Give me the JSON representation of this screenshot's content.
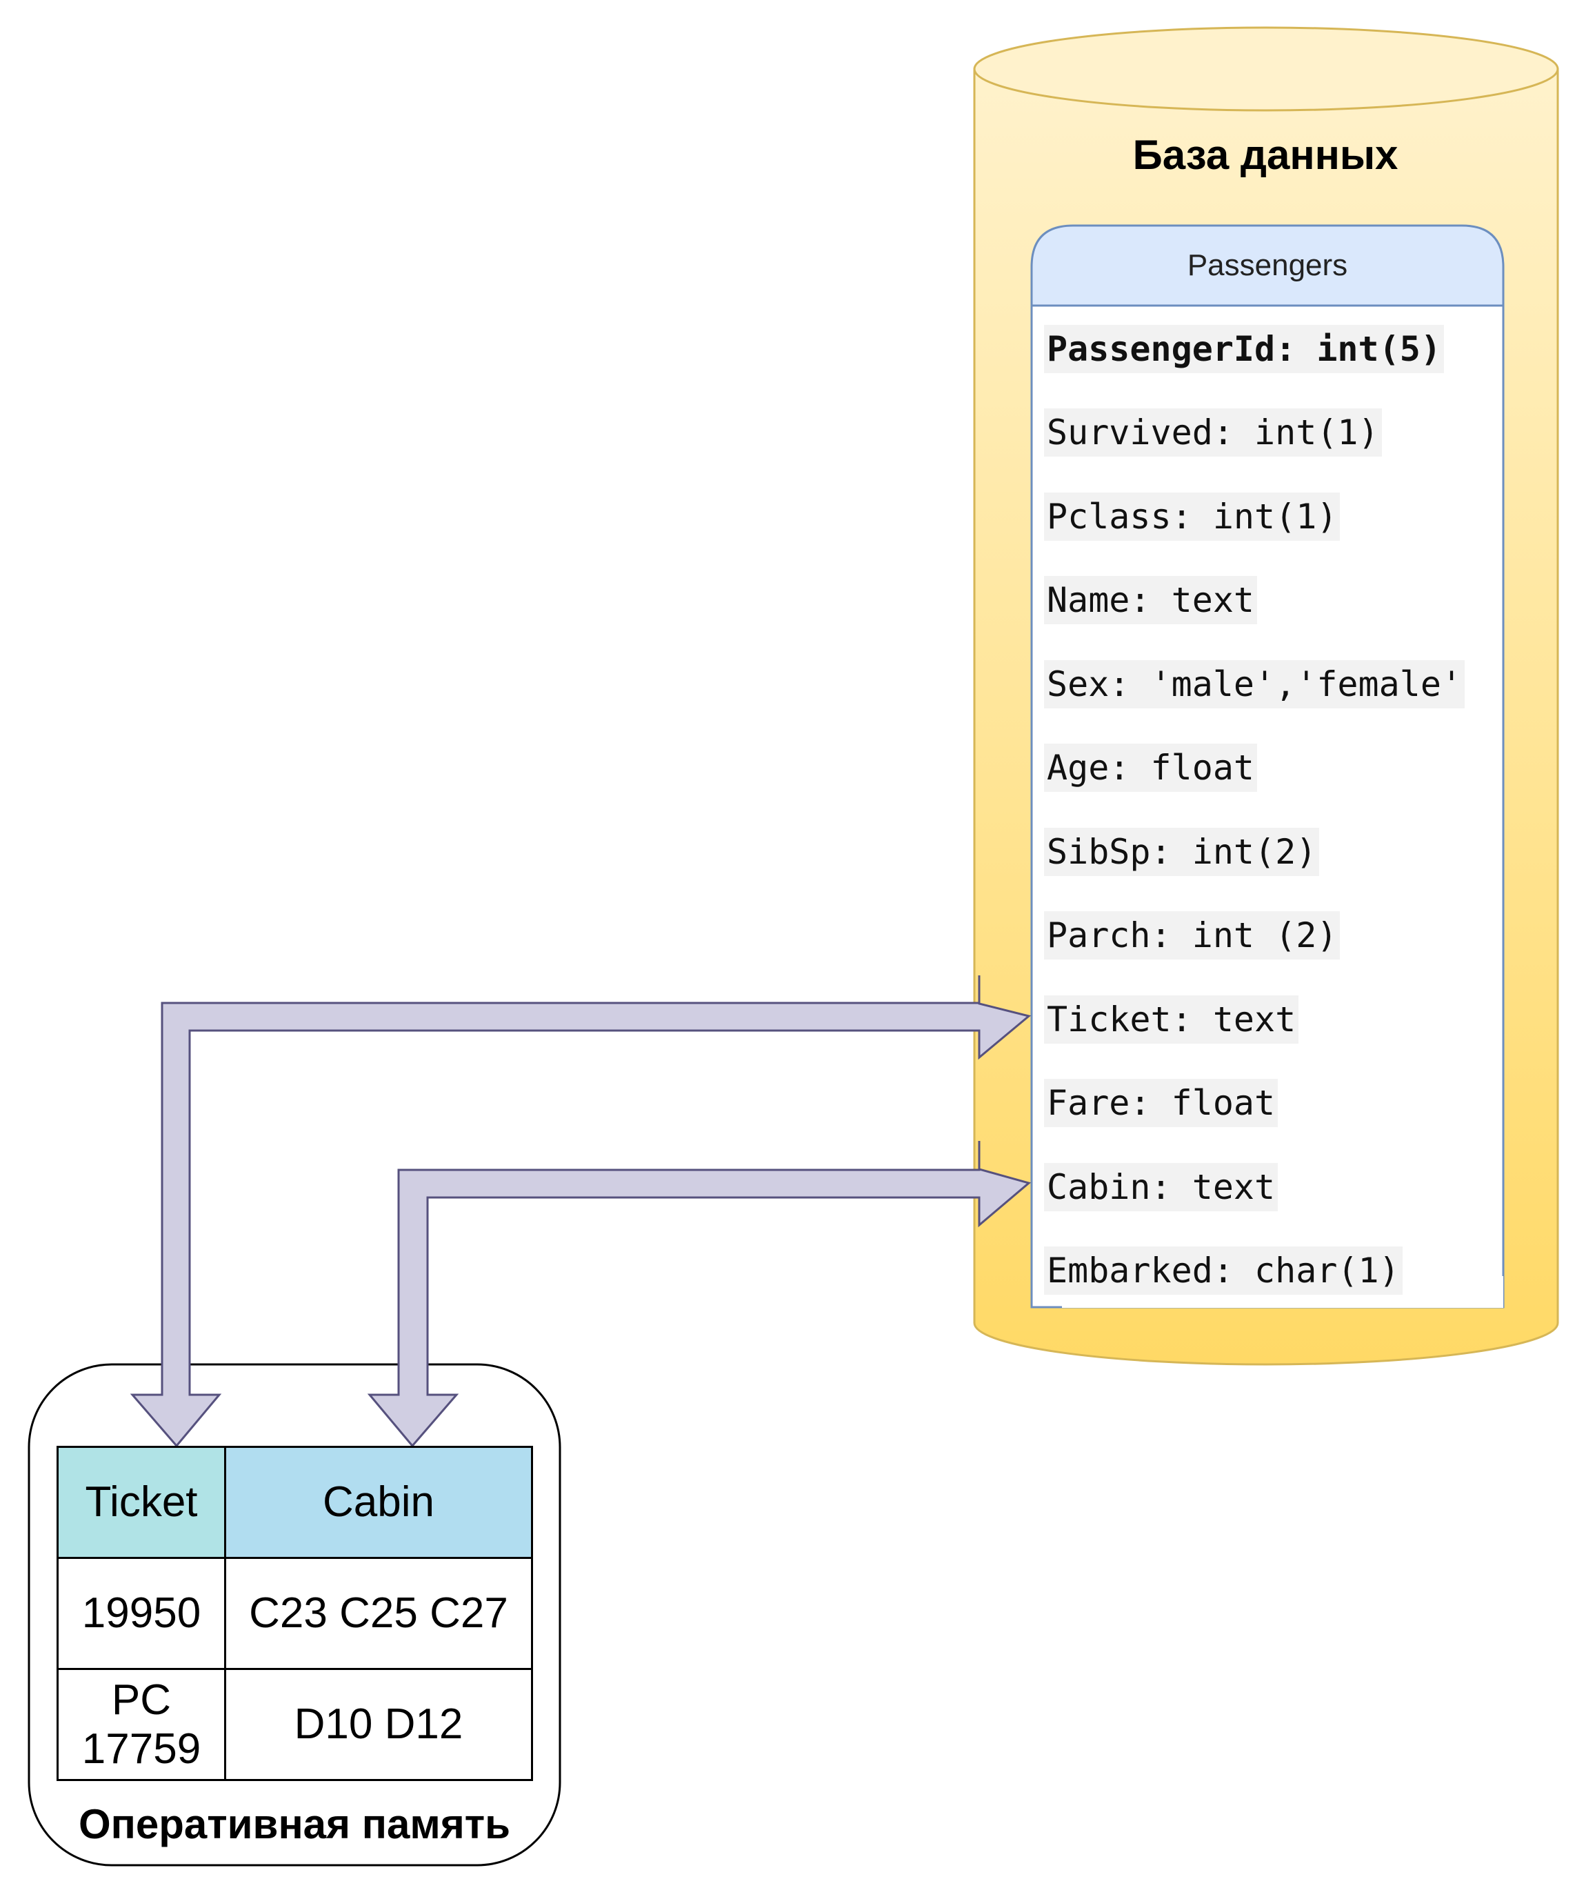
{
  "database": {
    "title": "База данных",
    "entity": {
      "name": "Passengers",
      "fields": [
        "PassengerId: int(5)",
        "Survived: int(1)",
        "Pclass: int(1)",
        "Name: text",
        "Sex: 'male','female'",
        "Age: float",
        "SibSp: int(2)",
        "Parch: int (2)",
        "Ticket: text",
        "Fare: float",
        "Cabin: text",
        "Embarked: char(1)"
      ]
    }
  },
  "memory": {
    "title": "Оперативная память",
    "table": {
      "headers": [
        "Ticket",
        "Cabin"
      ],
      "rows": [
        [
          "19950",
          "C23 C25 C27"
        ],
        [
          "PC 17759",
          "D10 D12"
        ]
      ]
    }
  },
  "colors": {
    "cylinder_top": "#fff2cc",
    "cylinder_bottom": "#ffd966",
    "cylinder_stroke": "#d6b656",
    "entity_header": "#dae8fc",
    "entity_stroke": "#6c8ebf",
    "arrow_fill": "#d0cee2",
    "arrow_stroke": "#56517e",
    "ticket_header": "#b0e3e6",
    "cabin_header": "#b1ddf0"
  }
}
